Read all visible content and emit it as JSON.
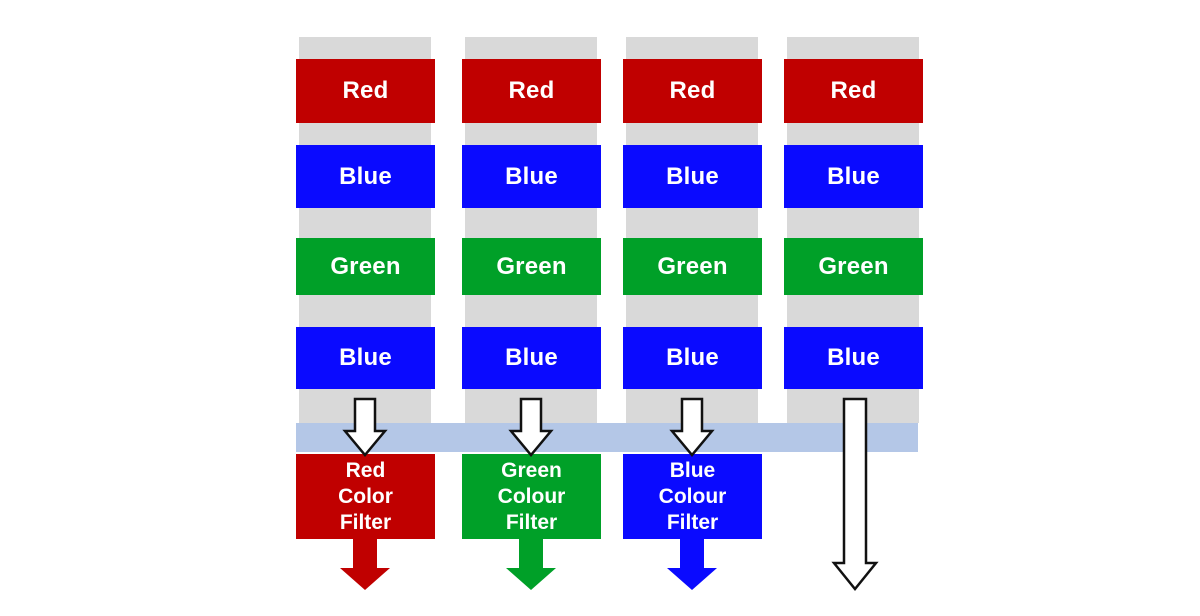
{
  "diagram": {
    "colors": {
      "red": "#c00000",
      "green": "#00a028",
      "blue": "#0a0aff",
      "gray": "#d9d9d9",
      "band": "#b4c7e7",
      "arrow_outline": "#111111",
      "label_text": "#ffffff"
    },
    "columns": [
      {
        "blocks": [
          "Red",
          "Blue",
          "Green",
          "Blue"
        ]
      },
      {
        "blocks": [
          "Red",
          "Blue",
          "Green",
          "Blue"
        ]
      },
      {
        "blocks": [
          "Red",
          "Blue",
          "Green",
          "Blue"
        ]
      },
      {
        "blocks": [
          "Red",
          "Blue",
          "Green",
          "Blue"
        ]
      }
    ],
    "filters": [
      {
        "label": "Red\nColor\nFilter",
        "color": "red"
      },
      {
        "label": "Green\nColour\nFilter",
        "color": "green"
      },
      {
        "label": "Blue\nColour\nFilter",
        "color": "blue"
      }
    ]
  }
}
